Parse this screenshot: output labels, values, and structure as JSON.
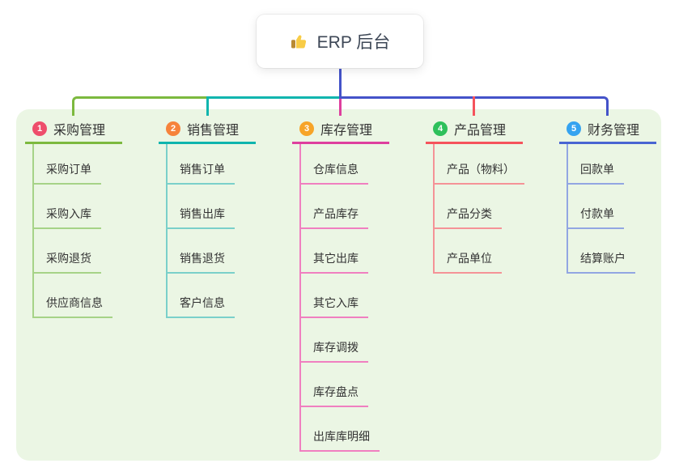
{
  "root": {
    "label": "ERP 后台",
    "icon": "thumbs-up-icon"
  },
  "canvas": {
    "background": "#ffffff",
    "board_background": "#ebf6e4"
  },
  "connector": {
    "root_color": "#4453c9"
  },
  "branches": [
    {
      "index": "1",
      "label": "采购管理",
      "badge_color": "#ee4e6b",
      "line_color": "#7cb93e",
      "child_line_color": "#a6d387",
      "children": [
        "采购订单",
        "采购入库",
        "采购退货",
        "供应商信息"
      ]
    },
    {
      "index": "2",
      "label": "销售管理",
      "badge_color": "#f6833b",
      "line_color": "#0fb5ae",
      "child_line_color": "#7ad0ca",
      "children": [
        "销售订单",
        "销售出库",
        "销售退货",
        "客户信息"
      ]
    },
    {
      "index": "3",
      "label": "库存管理",
      "badge_color": "#f7a428",
      "line_color": "#de3f9e",
      "child_line_color": "#f07fc0",
      "children": [
        "仓库信息",
        "产品库存",
        "其它出库",
        "其它入库",
        "库存调拨",
        "库存盘点",
        "出库库明细"
      ]
    },
    {
      "index": "4",
      "label": "产品管理",
      "badge_color": "#2ec05b",
      "line_color": "#f5535c",
      "child_line_color": "#f59397",
      "children": [
        "产品（物料）",
        "产品分类",
        "产品单位"
      ]
    },
    {
      "index": "5",
      "label": "财务管理",
      "badge_color": "#35a3f0",
      "line_color": "#4965d2",
      "child_line_color": "#92a6e2",
      "children": [
        "回款单",
        "付款单",
        "结算账户"
      ]
    }
  ]
}
